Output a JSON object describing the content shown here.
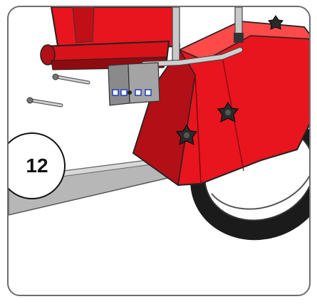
{
  "step": {
    "number": "12"
  },
  "colors": {
    "frame_red": "#e8141e",
    "frame_red_dark": "#a90d14",
    "frame_red_light": "#ff4a4a",
    "tube_gray": "#c9c9c9",
    "steel_gray": "#9a9a9a",
    "tire_black": "#1b1b1b",
    "outline": "#222222"
  },
  "icons": {
    "step-badge": "circle-badge",
    "bolt-icon": "bolt",
    "knob-icon": "star-knob",
    "wheel-icon": "wheel",
    "seat-icon": "seat"
  }
}
